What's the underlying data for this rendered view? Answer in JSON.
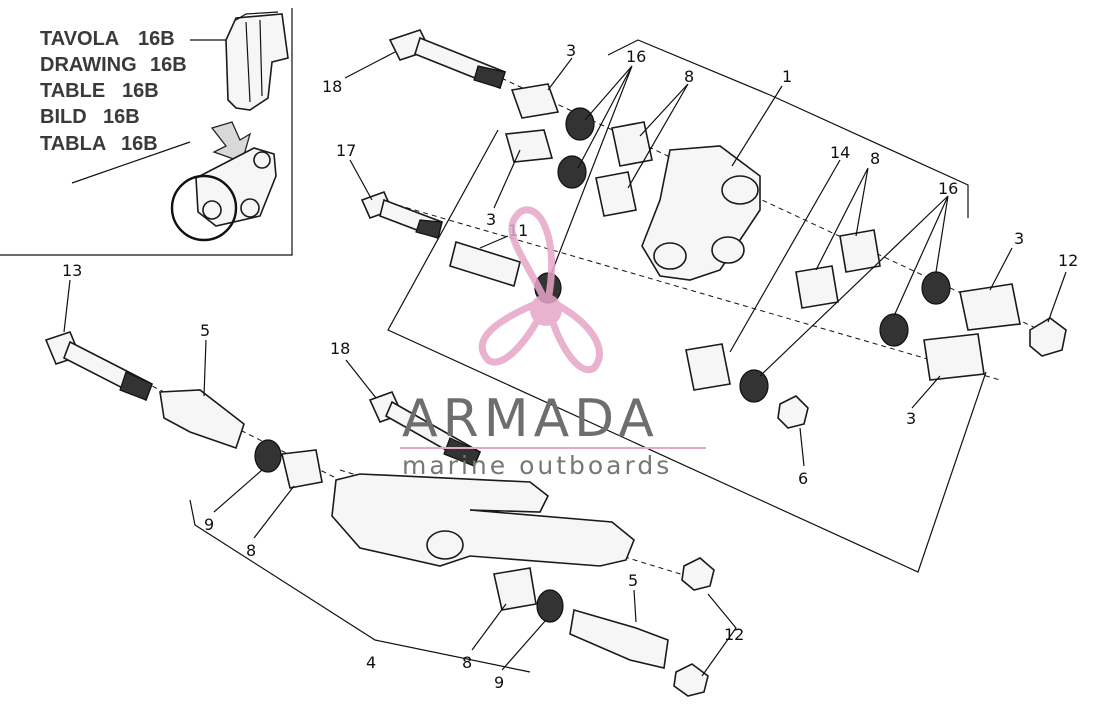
{
  "legend": {
    "lines": [
      {
        "word": "TAVOLA",
        "code": "16B"
      },
      {
        "word": "DRAWING",
        "code": "16B"
      },
      {
        "word": "TABLE",
        "code": "16B"
      },
      {
        "word": "BILD",
        "code": "16B"
      },
      {
        "word": "TABLA",
        "code": "16B"
      }
    ]
  },
  "callouts": {
    "c1": "1",
    "c3a": "3",
    "c3b": "3",
    "c3c": "3",
    "c3d": "3",
    "c4": "4",
    "c5a": "5",
    "c5b": "5",
    "c6": "6",
    "c8a": "8",
    "c8b": "8",
    "c8c": "8",
    "c8d": "8",
    "c9a": "9",
    "c9b": "9",
    "c11": "11",
    "c12a": "12",
    "c12b": "12",
    "c13": "13",
    "c14": "14",
    "c16a": "16",
    "c16b": "16",
    "c17": "17",
    "c18a": "18",
    "c18b": "18"
  },
  "watermark": {
    "title": "ARMADA",
    "subtitle": "marine outboards",
    "accent_color": "#e6a6c8"
  }
}
